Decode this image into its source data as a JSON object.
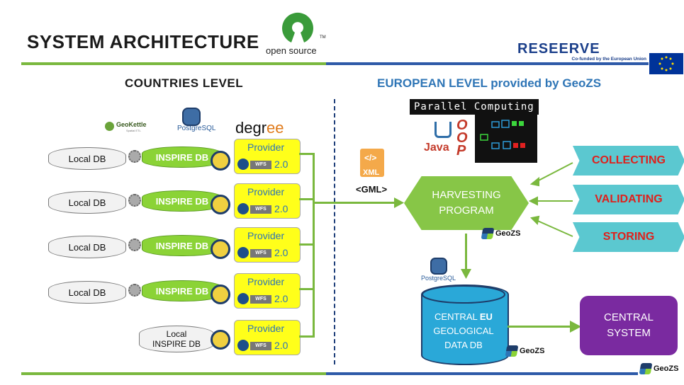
{
  "header": {
    "title": "SYSTEM ARCHITECTURE",
    "open_source_label": "open source",
    "open_source_tm": "TM",
    "project_logo": "RESEERVE",
    "cofunded_text": "Co-funded by the European Union"
  },
  "levels": {
    "countries": "COUNTRIES LEVEL",
    "european": "EUROPEAN LEVEL provided by GeoZS"
  },
  "tools": {
    "geokettle": "GeoKettle",
    "geokettle_sub": "Spatial ETL",
    "postgresql": "PostgreSQL",
    "deegree_prefix": "degr",
    "deegree_suffix": "ee"
  },
  "rows": [
    {
      "local": "Local DB",
      "inspire": "INSPIRE DB",
      "provider": "Provider",
      "wfs": "WFS",
      "version": "2.0"
    },
    {
      "local": "Local DB",
      "inspire": "INSPIRE DB",
      "provider": "Provider",
      "wfs": "WFS",
      "version": "2.0"
    },
    {
      "local": "Local DB",
      "inspire": "INSPIRE DB",
      "provider": "Provider",
      "wfs": "WFS",
      "version": "2.0"
    },
    {
      "local": "Local DB",
      "inspire": "INSPIRE DB",
      "provider": "Provider",
      "wfs": "WFS",
      "version": "2.0"
    }
  ],
  "last_row": {
    "local_line1": "Local",
    "local_line2": "INSPIRE DB",
    "provider": "Provider",
    "wfs": "WFS",
    "version": "2.0"
  },
  "xml": {
    "code": "</>",
    "label": "XML",
    "gml": "<GML>"
  },
  "parallel": {
    "label": "Parallel Computing",
    "java": "Java",
    "oop": [
      "O",
      "O",
      "P"
    ]
  },
  "harvesting": {
    "line1": "HARVESTING",
    "line2": "PROGRAM"
  },
  "geozs": {
    "label": "GeoZS"
  },
  "actions": [
    "COLLECTING",
    "VALIDATING",
    "STORING"
  ],
  "central_db": {
    "line1": "CENTRAL",
    "line1_bold": "EU",
    "line2": "GEOLOGICAL",
    "line3": "DATA DB"
  },
  "central_system": {
    "line1": "CENTRAL",
    "line2": "SYSTEM"
  },
  "colors": {
    "green": "#7ab83e",
    "blue": "#2e75b6",
    "yellow_provider": "#ffff1a",
    "harvest_green": "#87c647",
    "action_cyan": "#5bc8d0",
    "action_red": "#e0201c",
    "central_db": "#2aa8d8",
    "central_system": "#7a2aa0"
  }
}
